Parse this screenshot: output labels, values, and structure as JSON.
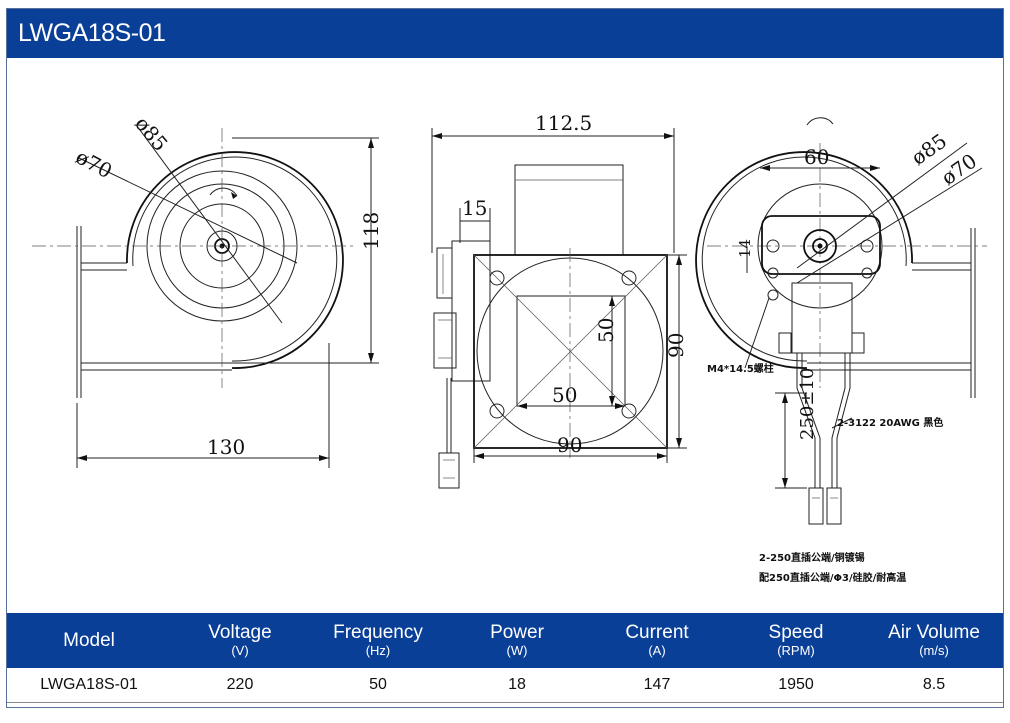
{
  "title": "LWGA18S-01",
  "drawing": {
    "left_view": {
      "dia_outer": "ø85",
      "dia_inner": "ø70",
      "height": "118",
      "width": "130"
    },
    "middle_view": {
      "total_length": "112.5",
      "shaft_offset": "15",
      "square_height": "50",
      "square_width": "50",
      "flange_height": "90",
      "flange_width": "90"
    },
    "right_view": {
      "dia_outer": "ø85",
      "dia_inner": "ø70",
      "bracket_width": "60",
      "hole_offset": "14",
      "screw_note": "M4*14.5螺柱",
      "lead_length": "250±10",
      "wire_note": "2-3122 20AWG 黑色",
      "terminal_note_1": "2-250直插公端/铜镀锡",
      "terminal_note_2": "配250直插公端/Φ3/硅胶/耐高温"
    }
  },
  "specs": {
    "headers": [
      {
        "label": "Model",
        "unit": ""
      },
      {
        "label": "Voltage",
        "unit": "(V)"
      },
      {
        "label": "Frequency",
        "unit": "(Hz)"
      },
      {
        "label": "Power",
        "unit": "(W)"
      },
      {
        "label": "Current",
        "unit": "(A)"
      },
      {
        "label": "Speed",
        "unit": "(RPM)"
      },
      {
        "label": "Air Volume",
        "unit": "(m/s)"
      }
    ],
    "row": [
      "LWGA18S-01",
      "220",
      "50",
      "18",
      "147",
      "1950",
      "8.5"
    ]
  }
}
